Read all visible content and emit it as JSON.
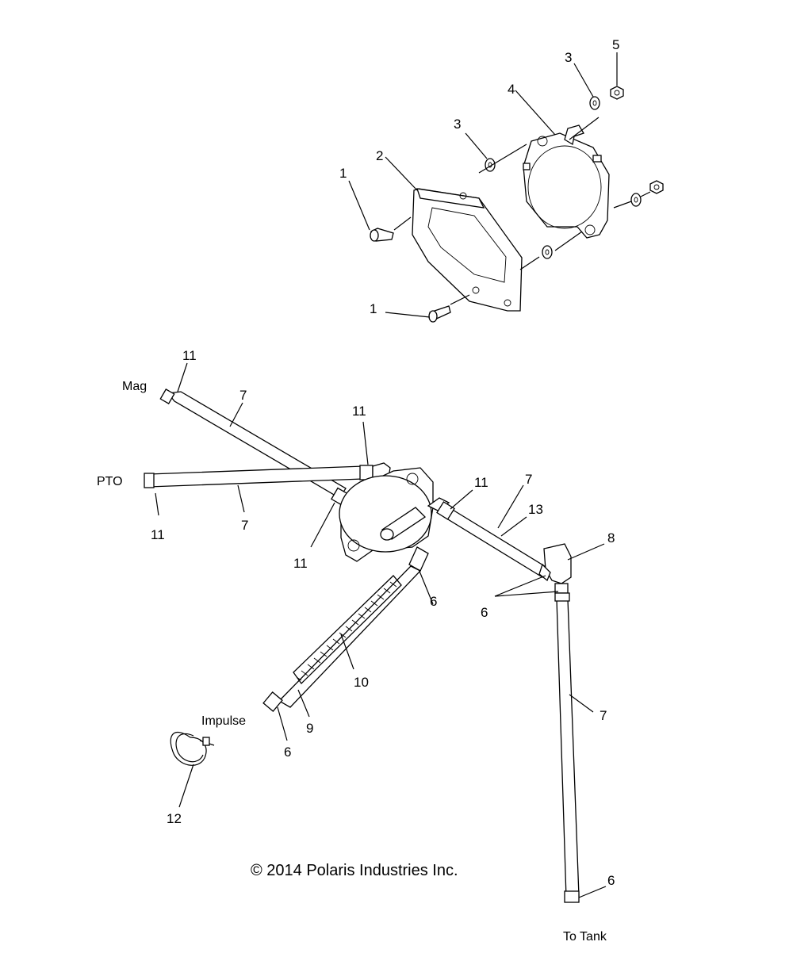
{
  "callouts": {
    "c1a": "1",
    "c1b": "1",
    "c2": "2",
    "c3a": "3",
    "c3b": "3",
    "c4": "4",
    "c5": "5",
    "c11a": "11",
    "c11b": "11",
    "c11c": "11",
    "c11d": "11",
    "c11e": "11",
    "c7a": "7",
    "c7b": "7",
    "c7c": "7",
    "c7d": "7",
    "c13": "13",
    "c8": "8",
    "c6a": "6",
    "c6b": "6",
    "c6c": "6",
    "c6d": "6",
    "c10": "10",
    "c9": "9",
    "c12": "12"
  },
  "labels": {
    "mag": "Mag",
    "pto": "PTO",
    "impulse": "Impulse",
    "to_tank": "To Tank"
  },
  "copyright": "© 2014 Polaris Industries Inc."
}
